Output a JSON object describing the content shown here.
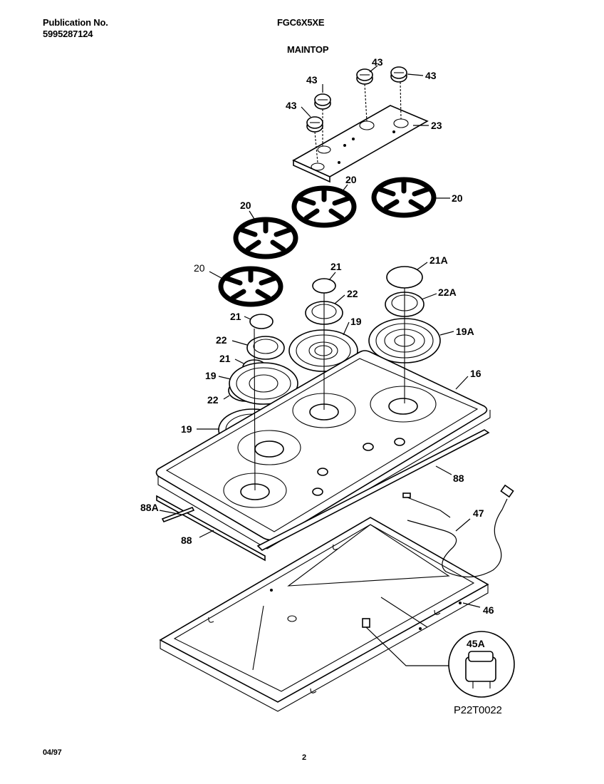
{
  "header": {
    "publication_label": "Publication No.",
    "publication_number": "5995287124",
    "model": "FGC6X5XE",
    "section": "MAINTOP"
  },
  "footer": {
    "date": "04/97",
    "page": "2"
  },
  "diagram_ref": "P22T0022",
  "callouts": {
    "knob_a": "43",
    "knob_b": "43",
    "knob_c": "43",
    "knob_d": "43",
    "panel": "23",
    "grate_a": "20",
    "grate_b": "20",
    "grate_c": "20",
    "grate_d": "20",
    "cap_a": "21",
    "cap_b": "21",
    "cap_c": "21",
    "cap_large": "21A",
    "head_a": "22",
    "head_b": "22",
    "head_c": "22",
    "head_large": "22A",
    "bowl_a": "19",
    "bowl_b": "19",
    "bowl_c": "19",
    "bowl_large": "19A",
    "cooktop": "16",
    "trim_right": "88",
    "trim_left": "88",
    "trim_end": "88A",
    "cord": "47",
    "pan": "46",
    "module": "45A"
  }
}
